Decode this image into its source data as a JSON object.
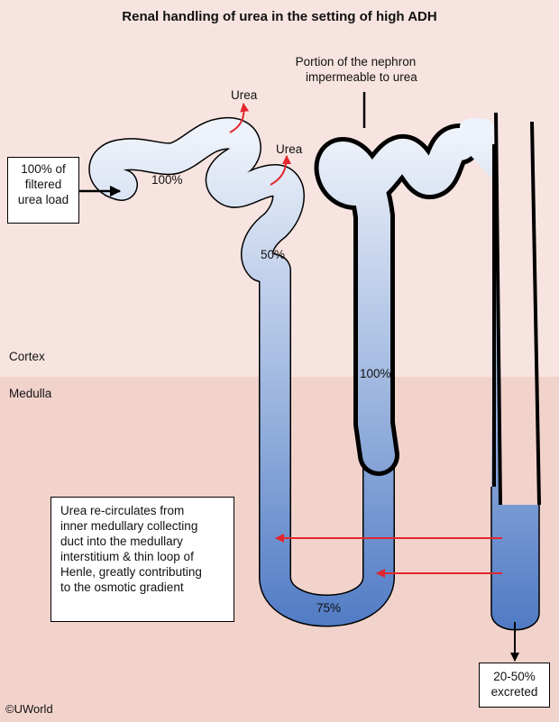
{
  "title": "Renal handling of urea in the setting of high ADH",
  "zones": {
    "cortex": "Cortex",
    "medulla": "Medulla"
  },
  "filtered_box": [
    "100% of",
    "filtered",
    "urea load"
  ],
  "urea_label_1": "Urea",
  "urea_label_2": "Urea",
  "pct_proximal": "100%",
  "pct_straight": "50%",
  "pct_thick_ascending": "100%",
  "pct_loop_bottom": "75%",
  "impermeable_label": [
    "Portion of the nephron",
    "impermeable to urea"
  ],
  "recirculation_box": [
    "Urea re-circulates from",
    "inner medullary collecting",
    "duct into the medullary",
    "interstitium & thin loop of",
    "Henle, greatly contributing",
    "to the osmotic gradient"
  ],
  "excreted_box": [
    "20-50%",
    "excreted"
  ],
  "copyright": "©UWorld",
  "colors": {
    "cortex_bg": "#f7e4e0",
    "medulla_bg": "#f2d3cc",
    "tubule_light": "#e8eef8",
    "tubule_dark": "#4f7ac4",
    "arrow_red": "#e3262d",
    "outline": "#000000"
  }
}
